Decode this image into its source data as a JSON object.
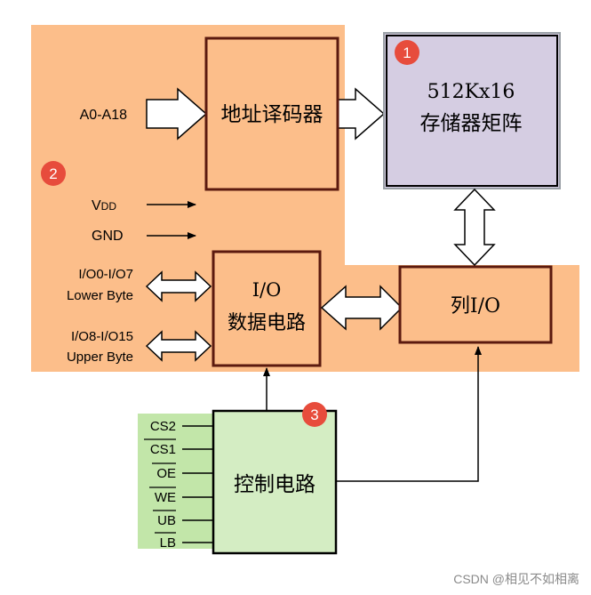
{
  "colors": {
    "orange_region": "#fcbe8a",
    "memory_fill": "#d5cde2",
    "memory_border": "#9aa0a6",
    "control_fill": "#d4edc3",
    "control_bg": "#c2e6a9",
    "badge": "#e74c3c",
    "stroke": "#000000",
    "box_border": "#5b1a0f"
  },
  "blocks": {
    "address_decoder": "地址译码器",
    "memory_line1": "512Kx16",
    "memory_line2": "存储器矩阵",
    "io_circuit_line1": "I/O",
    "io_circuit_line2": "数据电路",
    "column_io": "列I/O",
    "control_circuit": "控制电路"
  },
  "badges": [
    "1",
    "2",
    "3"
  ],
  "pins": {
    "address": "A0-A18",
    "vdd_main": "V",
    "vdd_sub": "DD",
    "gnd": "GND",
    "lower_bus": "I/O0-I/O7",
    "lower_byte": "Lower Byte",
    "upper_bus": "I/O8-I/O15",
    "upper_byte": "Upper Byte"
  },
  "control_pins": [
    "CS2",
    "CS1",
    "OE",
    "WE",
    "UB",
    "LB"
  ],
  "watermark": "CSDN @相见不如相离"
}
